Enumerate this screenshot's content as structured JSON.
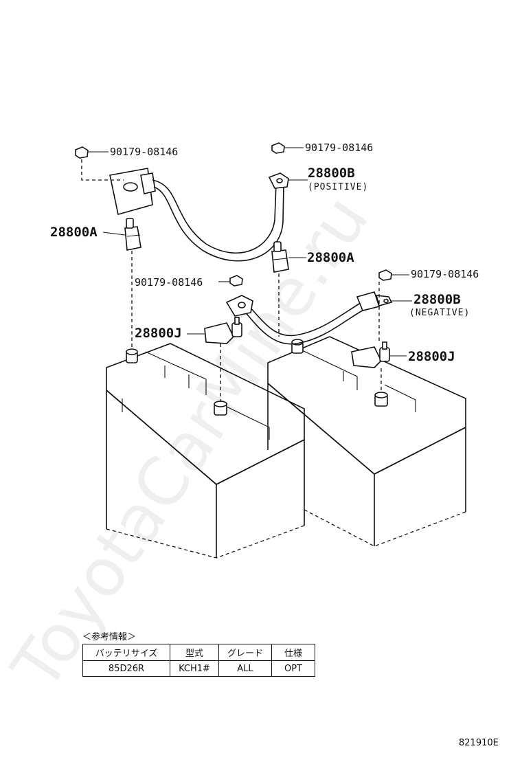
{
  "watermark": "ToyotaCarMine.ru",
  "callouts": {
    "nut_top_left": "90179-08146",
    "nut_top_mid": "90179-08146",
    "cable_positive_part": "28800B",
    "cable_positive_sub": "(POSITIVE)",
    "terminal_left_upper": "28800A",
    "terminal_mid_upper": "28800A",
    "nut_right": "90179-08146",
    "nut_mid": "90179-08146",
    "cable_negative_part": "28800B",
    "cable_negative_sub": "(NEGATIVE)",
    "clamp_left": "28800J",
    "clamp_right": "28800J"
  },
  "reference_info": {
    "title": "＜参考情報＞",
    "headers": [
      "バッテリサイズ",
      "型式",
      "グレード",
      "仕様"
    ],
    "rows": [
      [
        "85D26R",
        "KCH1#",
        "ALL",
        "OPT"
      ]
    ]
  },
  "diagram_code": "821910E"
}
